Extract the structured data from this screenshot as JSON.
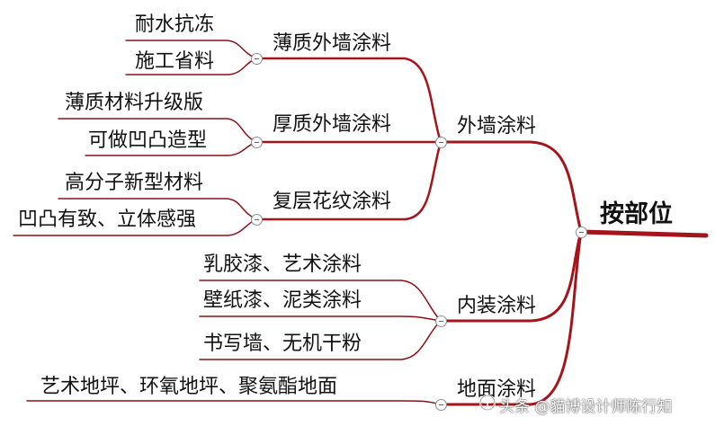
{
  "root": "按部位",
  "categories": {
    "exterior": "外墙涂料",
    "interior": "内装涂料",
    "floor": "地面涂料"
  },
  "exterior": {
    "thin": {
      "label": "薄质外墙涂料",
      "items": [
        "耐水抗冻",
        "施工省料"
      ]
    },
    "thick": {
      "label": "厚质外墙涂料",
      "items": [
        "薄质材料升级版",
        "可做凹凸造型"
      ]
    },
    "multi": {
      "label": "复层花纹涂料",
      "items": [
        "高分子新型材料",
        "凹凸有致、立体感强"
      ]
    }
  },
  "interior": {
    "items": [
      "乳胶漆、艺术涂料",
      "壁纸漆、泥类涂料",
      "书写墙、无机干粉"
    ]
  },
  "floor": {
    "items": [
      "艺术地坪、环氧地坪、聚氨酯地面"
    ]
  },
  "watermark": "头条 @貓博设计师陈行知",
  "colors": {
    "branch": "#a3141b",
    "leaf_line": "#8a1016",
    "toggle": "#8c8c8c"
  }
}
